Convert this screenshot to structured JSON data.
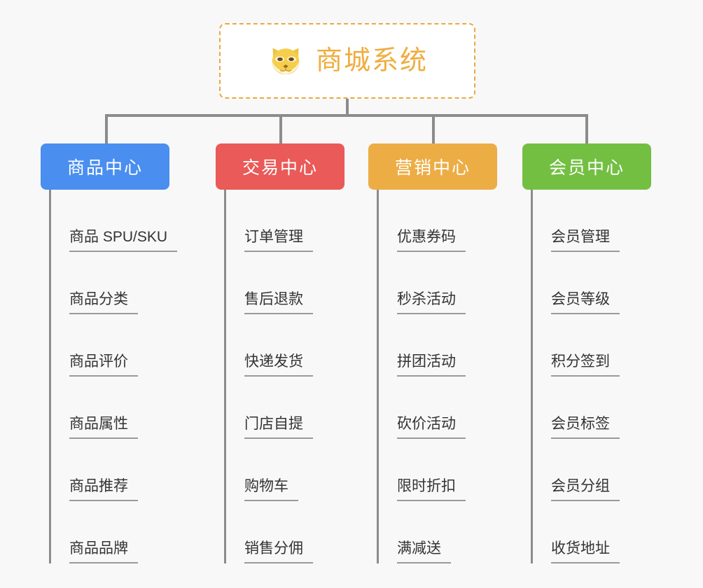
{
  "background_color": "#f8f8f8",
  "connector_color": "#8c8c8c",
  "root": {
    "title": "商城系统",
    "icon": "shiba-dog-face-icon",
    "text_color": "#efad3e",
    "border_color": "#e9a93f",
    "background": "#ffffff"
  },
  "columns": [
    {
      "label": "商品中心",
      "color": "#4a8ef0",
      "items": [
        {
          "label": "商品 SPU/SKU"
        },
        {
          "label": "商品分类"
        },
        {
          "label": "商品评价"
        },
        {
          "label": "商品属性"
        },
        {
          "label": "商品推荐"
        },
        {
          "label": "商品品牌"
        }
      ]
    },
    {
      "label": "交易中心",
      "color": "#e95a58",
      "items": [
        {
          "label": "订单管理"
        },
        {
          "label": "售后退款"
        },
        {
          "label": "快递发货"
        },
        {
          "label": "门店自提"
        },
        {
          "label": "购物车"
        },
        {
          "label": "销售分佣"
        }
      ]
    },
    {
      "label": "营销中心",
      "color": "#edad45",
      "items": [
        {
          "label": "优惠券码"
        },
        {
          "label": "秒杀活动"
        },
        {
          "label": "拼团活动"
        },
        {
          "label": "砍价活动"
        },
        {
          "label": "限时折扣"
        },
        {
          "label": "满减送"
        }
      ]
    },
    {
      "label": "会员中心",
      "color": "#73bf42",
      "items": [
        {
          "label": "会员管理"
        },
        {
          "label": "会员等级"
        },
        {
          "label": "积分签到"
        },
        {
          "label": "会员标签"
        },
        {
          "label": "会员分组"
        },
        {
          "label": "收货地址"
        }
      ]
    }
  ]
}
